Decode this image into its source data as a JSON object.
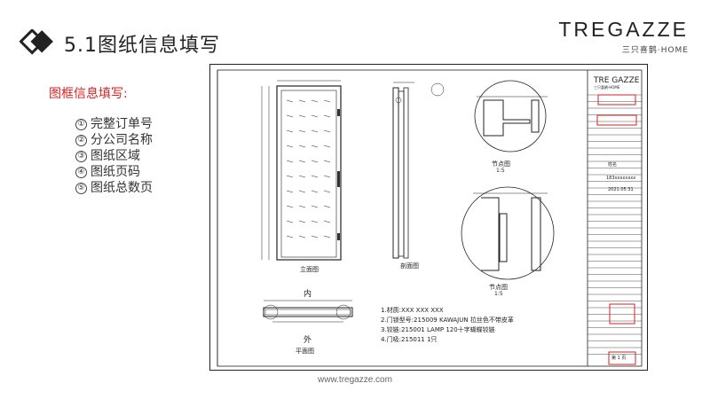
{
  "header": {
    "title": "5.1图纸信息填写",
    "brand_left": "TRE",
    "brand_right": "GAZZE",
    "brand_sub": "三只喜鹊·HOME"
  },
  "section": {
    "label": "图框信息填写:",
    "items": [
      {
        "num": "①",
        "text": "完整订单号"
      },
      {
        "num": "②",
        "text": "分公司名称"
      },
      {
        "num": "③",
        "text": "图纸区域"
      },
      {
        "num": "④",
        "text": "图纸页码"
      },
      {
        "num": "⑤",
        "text": "图纸总数页"
      }
    ]
  },
  "drawing": {
    "elevation_label": "立面图",
    "section_label": "剖面图",
    "plan_label": "平面图",
    "plan_inner": "内",
    "plan_outer": "外",
    "detail_1_label": "节点图",
    "detail_1_scale": "1:5",
    "detail_2_label": "节点图",
    "detail_2_scale": "1:5",
    "notes": [
      "1.材质:XXX XXX XXX",
      "2.门锁型号:215009 KAWAJUN 拉丝色不带皮革",
      "3.铰链:215001 LAMP 120十字蝴蝶铰链",
      "4.门吸:215011  1只"
    ],
    "title_block": {
      "brand": "TRE GAZZE",
      "brand_sub": "三只喜鹊·HOME",
      "name_label": "姓名",
      "phone_value": "183xxxxxxxx",
      "date_value": "2021.05.31",
      "sheet_value": "第 1 页"
    }
  },
  "footer": {
    "url": "www.tregazze.com"
  },
  "colors": {
    "accent": "#d62222",
    "brand_red": "#d62222",
    "brand_green": "#2e9a46",
    "ink": "#222222"
  }
}
